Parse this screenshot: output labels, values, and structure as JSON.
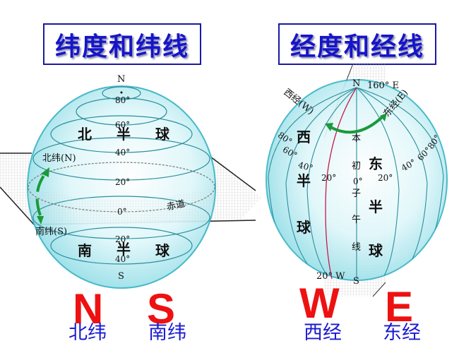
{
  "titles": {
    "latitude": "纬度和纬线",
    "longitude": "经度和经线"
  },
  "latitude_globe": {
    "pole_north": "N",
    "pole_south": "S",
    "hemisphere_north": [
      "北",
      "半",
      "球"
    ],
    "hemisphere_south": [
      "南",
      "半",
      "球"
    ],
    "degree_labels_north": [
      "80°",
      "60°",
      "40°",
      "20°"
    ],
    "equator_degree": "0°",
    "degree_labels_south": [
      "20°",
      "40°"
    ],
    "equator_label": "赤道",
    "north_lat_label": "北纬(N)",
    "south_lat_label": "南纬(S)",
    "arrow_color": "#1a9a3a",
    "globe_color": "#bfeff4",
    "globe_edge_color": "#38b4c4"
  },
  "longitude_globe": {
    "pole_north": "N",
    "pole_south": "S",
    "meridian_160e": "160° E",
    "meridian_20w": "20° W",
    "west_long_label": "西经(W)",
    "east_long_label": "东经(E)",
    "hemisphere_west": [
      "西",
      "半",
      "球"
    ],
    "hemisphere_east": [
      "东",
      "半",
      "球"
    ],
    "prime_meridian_chars": [
      "本",
      "初",
      "子",
      "午",
      "线"
    ],
    "prime_degree": "0°",
    "west_degrees": [
      "80°",
      "60°",
      "40°",
      "20°"
    ],
    "east_degrees": [
      "20°",
      "40°",
      "60°",
      "80°"
    ],
    "meridian_plane_color": "#c41a4a"
  },
  "bottom_legend": [
    {
      "letter": "N",
      "label": "北纬"
    },
    {
      "letter": "S",
      "label": "南纬"
    },
    {
      "letter": "W",
      "label": "西经"
    },
    {
      "letter": "E",
      "label": "东经"
    }
  ]
}
